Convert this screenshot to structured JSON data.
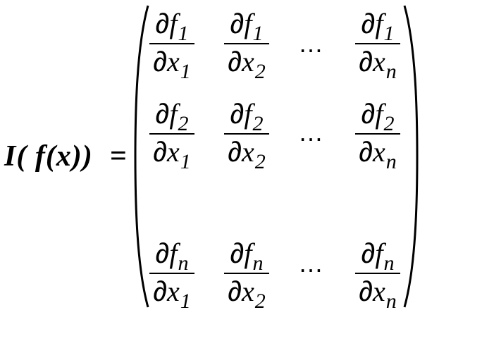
{
  "equation": {
    "lhs": "I( f(x))",
    "equals": "=",
    "partial": "∂",
    "ellipsis": "…",
    "rows": [
      {
        "cells": [
          {
            "num_var": "f",
            "num_sub": "1",
            "den_var": "x",
            "den_sub": "1"
          },
          {
            "num_var": "f",
            "num_sub": "1",
            "den_var": "x",
            "den_sub": "2"
          },
          {
            "num_var": "f",
            "num_sub": "1",
            "den_var": "x",
            "den_sub": "n"
          }
        ]
      },
      {
        "cells": [
          {
            "num_var": "f",
            "num_sub": "2",
            "den_var": "x",
            "den_sub": "1"
          },
          {
            "num_var": "f",
            "num_sub": "2",
            "den_var": "x",
            "den_sub": "2"
          },
          {
            "num_var": "f",
            "num_sub": "2",
            "den_var": "x",
            "den_sub": "n"
          }
        ]
      },
      {
        "cells": [
          {
            "num_var": "f",
            "num_sub": "n",
            "den_var": "x",
            "den_sub": "1"
          },
          {
            "num_var": "f",
            "num_sub": "n",
            "den_var": "x",
            "den_sub": "2"
          },
          {
            "num_var": "f",
            "num_sub": "n",
            "den_var": "x",
            "den_sub": "n"
          }
        ]
      }
    ]
  }
}
